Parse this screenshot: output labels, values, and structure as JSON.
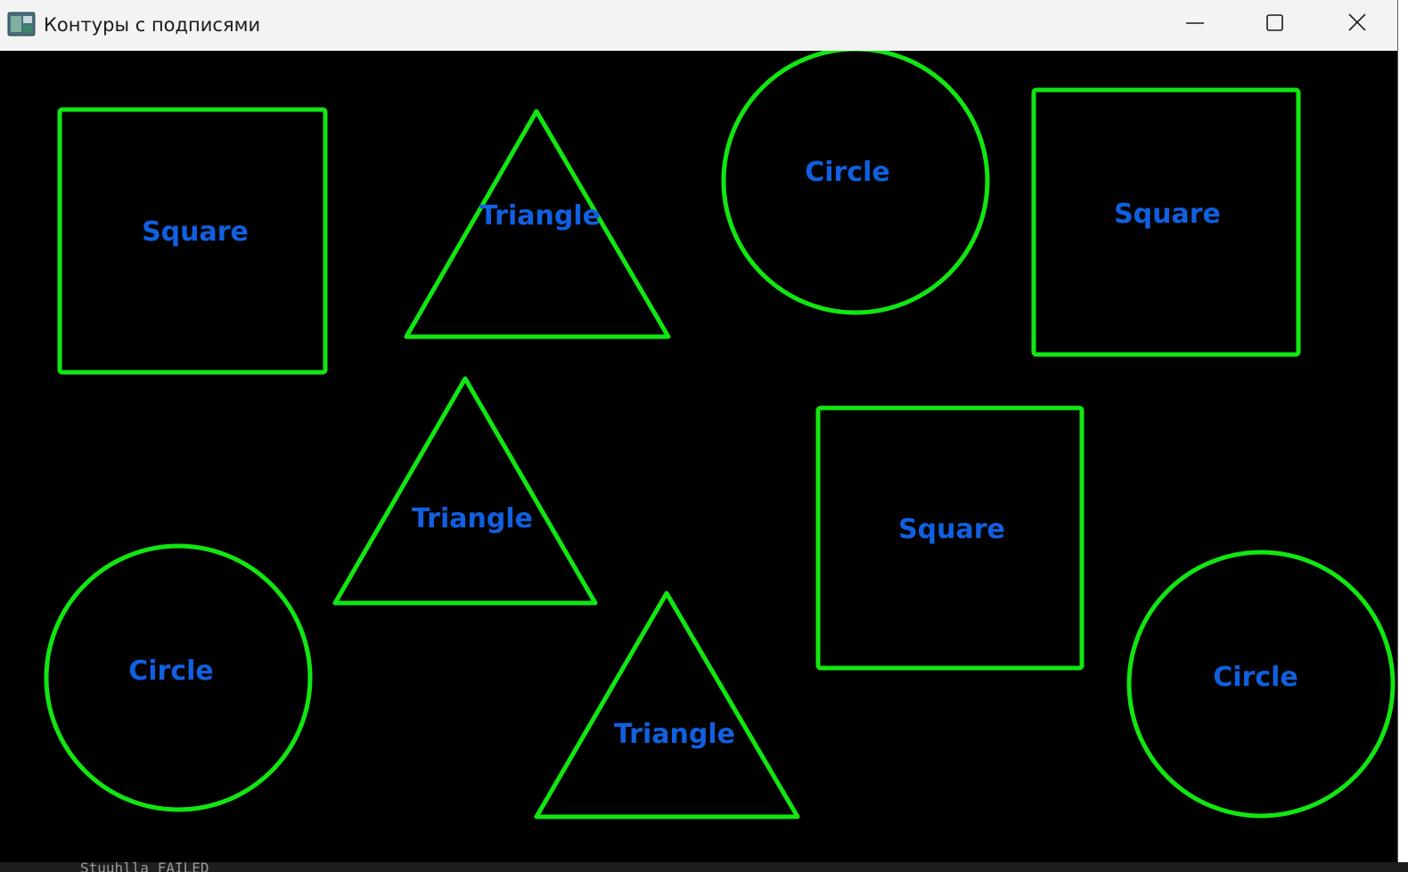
{
  "window": {
    "title": "Контуры с подписями",
    "icon": "app-window-icon",
    "controls": {
      "minimize": "minimize-icon",
      "maximize": "maximize-icon",
      "close": "close-icon"
    }
  },
  "colors": {
    "contour": "#12e612",
    "label": "#1060e0",
    "background": "#000000",
    "titlebar": "#f3f3f3"
  },
  "shapes": {
    "square_1": {
      "label": "Square"
    },
    "triangle_1": {
      "label": "Triangle"
    },
    "circle_1": {
      "label": "Circle"
    },
    "square_2": {
      "label": "Square"
    },
    "triangle_2": {
      "label": "Triangle"
    },
    "square_3": {
      "label": "Square"
    },
    "circle_2": {
      "label": "Circle"
    },
    "triangle_3": {
      "label": "Triangle"
    },
    "circle_3": {
      "label": "Circle"
    }
  },
  "underlying_window": {
    "text": "Stuuhlla   FAILED"
  }
}
